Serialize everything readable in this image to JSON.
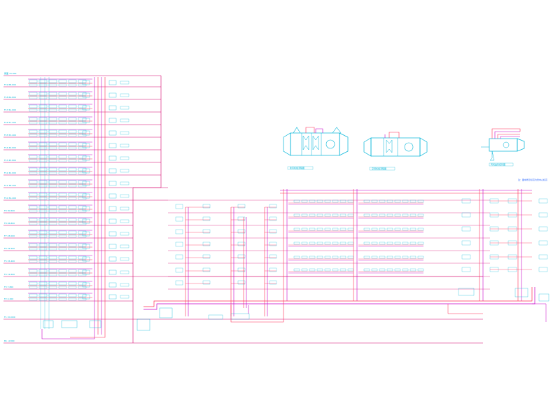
{
  "diagram": {
    "background": "#ffffff",
    "colors": {
      "floor_line": "#d6006b",
      "pipe_red": "#ff2d55",
      "pipe_magenta": "#c700c7",
      "equipment_cyan": "#00b4d8",
      "note_blue": "#2060ff"
    },
    "floor_levels": [
      "屋面 70.000",
      "F19 68.600",
      "F18 64.800",
      "F17 61.000",
      "F16 57.200",
      "F15 53.400",
      "F14 49.600",
      "F13 45.800",
      "F12 42.000",
      "F11 38.200",
      "F10 34.400",
      "F9 30.600",
      "F8 26.800",
      "F7 23.000",
      "F6 19.200",
      "F5 15.400",
      "F4 11.600",
      "F3 7.800",
      "F2 4.200",
      "F1 ±0.000",
      "B1 -4.800"
    ],
    "unit_captions": [
      "新风机组流程图",
      "空调机组流程图",
      "风机盘管接管图"
    ],
    "note": "注：图中所示标高为管中心标高"
  }
}
